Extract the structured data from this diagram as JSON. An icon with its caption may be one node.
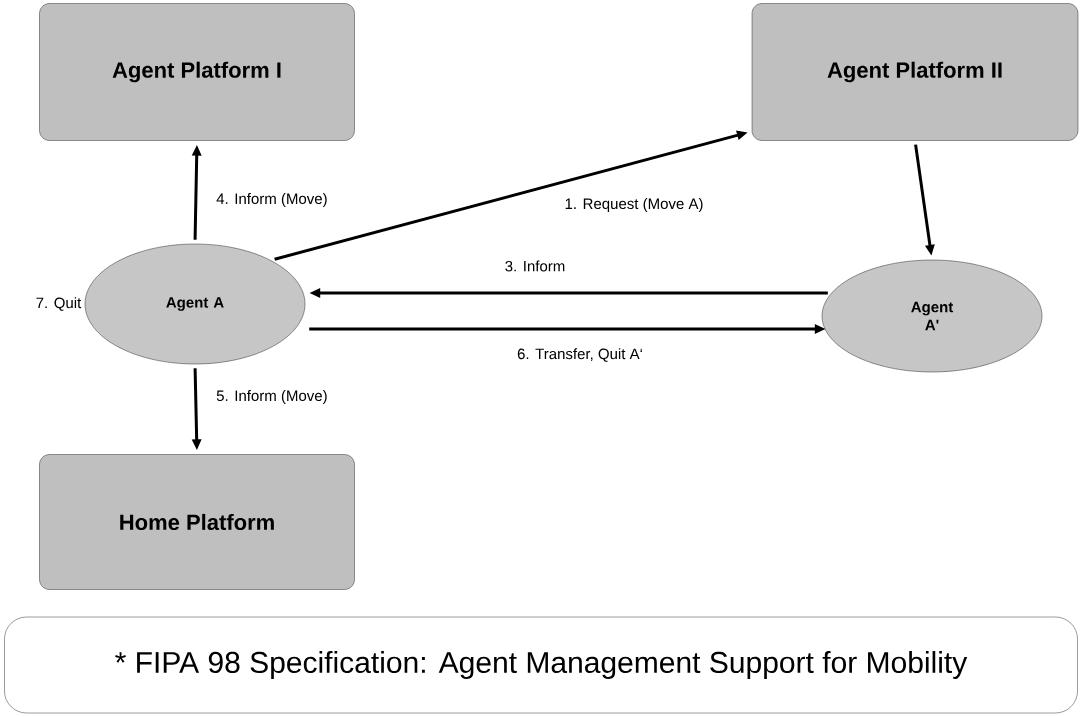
{
  "diagram": {
    "nodes": [
      {
        "text": [
          "Agent Platform I"
        ]
      },
      {
        "text": [
          "Agent Platform II"
        ]
      },
      {
        "text": [
          "Agent A"
        ],
        "beside": [
          "7. Quit"
        ]
      },
      {
        "text": [
          "Agent A'"
        ]
      },
      {
        "text": [
          "Home Platform"
        ]
      },
      {
        "text": [
          "* FIPA 98 Specification: Agent Management Support for Mobility"
        ]
      }
    ],
    "edges": [
      {
        "from": 2,
        "to": 1,
        "arrow": "to",
        "label": "1. Request (Move A)"
      },
      {
        "from": 1,
        "to": 3,
        "arrow": "to"
      },
      {
        "from": 3,
        "to": 2,
        "arrow": "to",
        "label": "3. Inform"
      },
      {
        "from": 2,
        "to": 0,
        "arrow": "to",
        "label": "4. Inform (Move)"
      },
      {
        "from": 2,
        "to": 4,
        "arrow": "to",
        "label": "5. Inform (Move)"
      },
      {
        "from": 2,
        "to": 3,
        "arrow": "to",
        "label": "6. Transfer, Quit A‘"
      }
    ]
  }
}
